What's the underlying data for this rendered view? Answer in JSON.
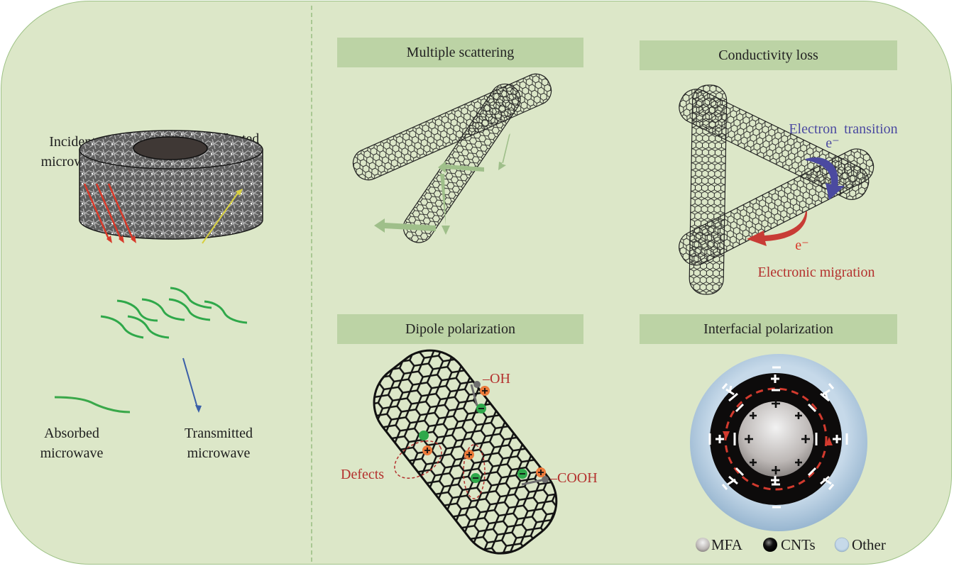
{
  "left_panel": {
    "incident": [
      "Incident",
      "microwave"
    ],
    "reflected": [
      "Reflected",
      "microwave"
    ],
    "absorbed": [
      "Absorbed",
      "microwave"
    ],
    "transmitted": [
      "Transmitted",
      "microwave"
    ]
  },
  "panels": {
    "multiple_scattering": {
      "title": "Multiple scattering"
    },
    "conductivity_loss": {
      "title": "Conductivity loss",
      "electron_transition": "Electron  transition",
      "electronic_migration": "Electronic migration",
      "e_symbol": "e⁻"
    },
    "dipole_polarization": {
      "title": "Dipole polarization",
      "oh": "–OH",
      "cooh": "–COOH",
      "defects": "Defects"
    },
    "interfacial_polarization": {
      "title": "Interfacial polarization",
      "legend": [
        "MFA",
        "CNTs",
        "Other"
      ]
    }
  },
  "colors": {
    "background": "#dce7c8",
    "header": "#bcd3a5",
    "incident_arrow": "#d83a2a",
    "reflected_arrow": "#d8d040",
    "transmitted_arrow": "#3a5fa8",
    "absorbed_wave": "#3aa84a",
    "transition": "#4b4aa0",
    "migration": "#b4312e"
  }
}
